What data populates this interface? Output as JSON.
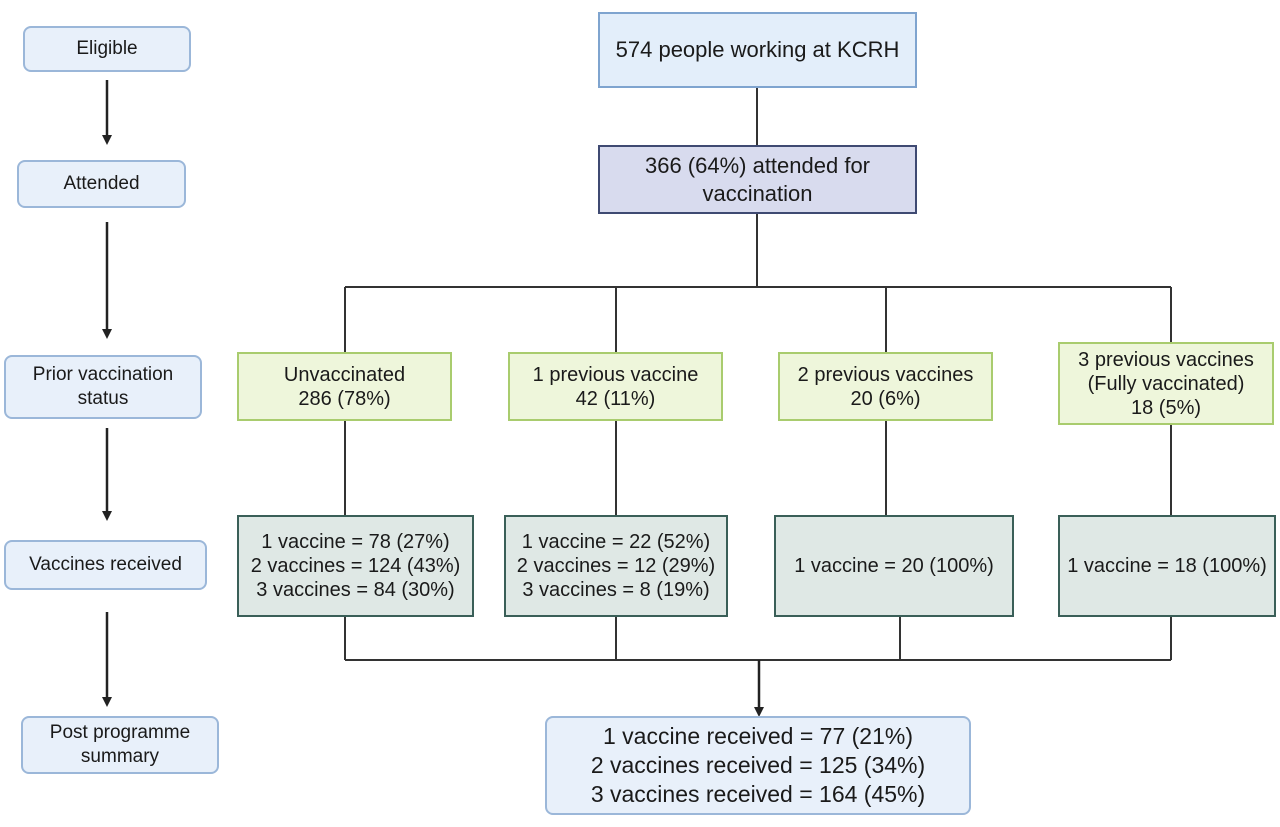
{
  "stages": {
    "eligible": "Eligible",
    "attended": "Attended",
    "prior_status": [
      "Prior vaccination",
      "status"
    ],
    "vaccines_received": "Vaccines received",
    "post_summary": [
      "Post programme",
      "summary"
    ]
  },
  "flow": {
    "total": "574 people working at KCRH",
    "attended": [
      "366 (64%) attended for",
      "vaccination"
    ]
  },
  "prior_status": [
    [
      "Unvaccinated",
      "286 (78%)"
    ],
    [
      "1 previous vaccine",
      "42 (11%)"
    ],
    [
      "2 previous vaccines",
      "20 (6%)"
    ],
    [
      "3 previous vaccines",
      "(Fully vaccinated)",
      "18 (5%)"
    ]
  ],
  "received": [
    [
      "1 vaccine = 78 (27%)",
      "2 vaccines = 124 (43%)",
      "3 vaccines = 84 (30%)"
    ],
    [
      "1 vaccine = 22 (52%)",
      "2 vaccines = 12 (29%)",
      "3 vaccines = 8 (19%)"
    ],
    [
      "1 vaccine = 20 (100%)"
    ],
    [
      "1 vaccine = 18 (100%)"
    ]
  ],
  "summary": [
    "1 vaccine received = 77 (21%)",
    "2 vaccines received = 125 (34%)",
    "3 vaccines received = 164 (45%)"
  ],
  "colors": {
    "stage_fill": "#e8f0fa",
    "stage_border": "#9bb7d9",
    "attended_fill": "#d8dbee",
    "attended_border": "#3f4a72",
    "status_fill": "#eef6db",
    "status_border": "#a9cc6e",
    "received_fill": "#dfe8e5",
    "received_border": "#3a5f58",
    "line": "#333333"
  }
}
